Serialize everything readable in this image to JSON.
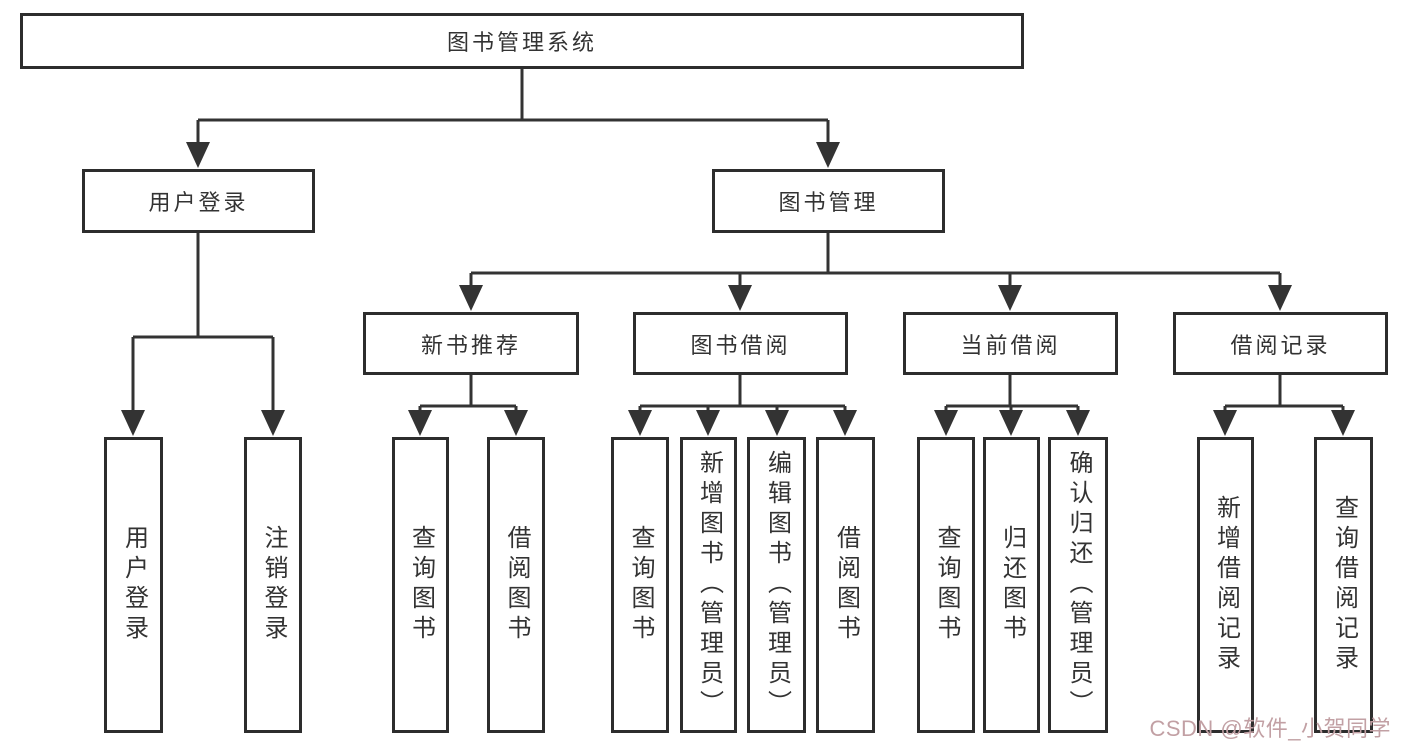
{
  "diagram": {
    "type": "hierarchy-tree",
    "root": {
      "label": "图书管理系统"
    },
    "level1": [
      {
        "label": "用户登录",
        "parent": "图书管理系统"
      },
      {
        "label": "图书管理",
        "parent": "图书管理系统"
      }
    ],
    "level2": [
      {
        "label": "新书推荐",
        "parent": "图书管理"
      },
      {
        "label": "图书借阅",
        "parent": "图书管理"
      },
      {
        "label": "当前借阅",
        "parent": "图书管理"
      },
      {
        "label": "借阅记录",
        "parent": "图书管理"
      }
    ],
    "leaves": [
      {
        "label": "用户登录",
        "parent": "用户登录"
      },
      {
        "label": "注销登录",
        "parent": "用户登录"
      },
      {
        "label": "查询图书",
        "parent": "新书推荐"
      },
      {
        "label": "借阅图书",
        "parent": "新书推荐"
      },
      {
        "label": "查询图书",
        "parent": "图书借阅"
      },
      {
        "label": "新增图书（管理员）",
        "parent": "图书借阅"
      },
      {
        "label": "编辑图书（管理员）",
        "parent": "图书借阅"
      },
      {
        "label": "借阅图书",
        "parent": "图书借阅"
      },
      {
        "label": "查询图书",
        "parent": "当前借阅"
      },
      {
        "label": "归还图书",
        "parent": "当前借阅"
      },
      {
        "label": "确认归还（管理员）",
        "parent": "当前借阅"
      },
      {
        "label": "新增借阅记录",
        "parent": "借阅记录"
      },
      {
        "label": "查询借阅记录",
        "parent": "借阅记录"
      }
    ]
  },
  "watermark": {
    "text": "CSDN @软件_小贺同学",
    "color": "#c2a0a4"
  },
  "colors": {
    "line": "#333333",
    "box_border": "#2d2d2d",
    "box_background": "#ffffff",
    "text": "#333333",
    "page_background": "#ffffff"
  }
}
